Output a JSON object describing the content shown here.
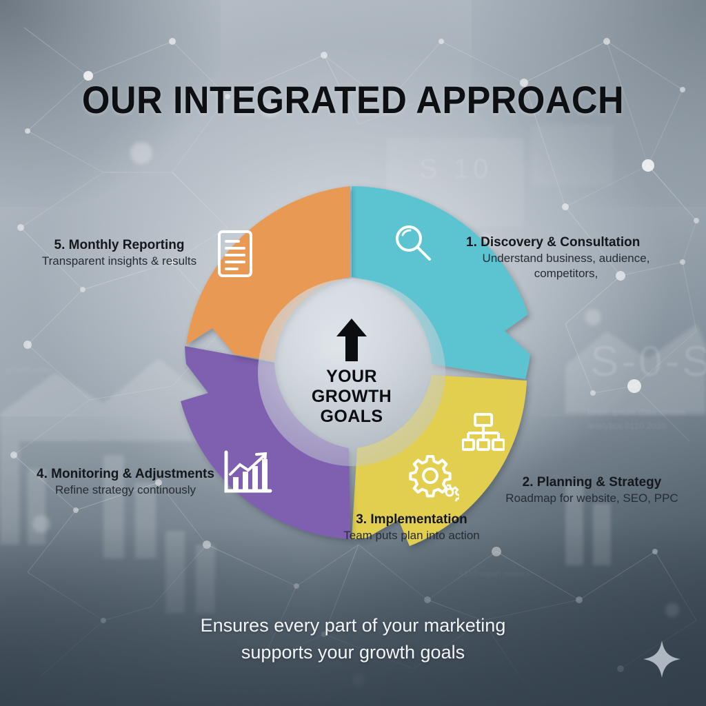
{
  "header": {
    "title": "OUR INTEGRATED APPROACH"
  },
  "center": {
    "arrow_icon": "up-arrow-icon",
    "line1": "YOUR",
    "line2": "GROWTH",
    "line3": "GOALS"
  },
  "footer": {
    "line1": "Ensures every part of your marketing",
    "line2": "supports your growth goals"
  },
  "colors": {
    "teal": "#5BC4D1",
    "yellow": "#E2CE4F",
    "purple": "#7E5FB0",
    "orange": "#E89A55",
    "title_text": "#0d0f12",
    "footer_text": "#f2f5f8",
    "hub": "#c9d0d7"
  },
  "chart_data": {
    "type": "pie",
    "title": "OUR INTEGRATED APPROACH",
    "subtitle": "Ensures every part of your marketing supports your growth goals",
    "center_label": "YOUR GROWTH GOALS",
    "legend_position": "around-ring",
    "categories": [
      "1. Discovery & Consultation",
      "2. Planning & Strategy",
      "3. Implementation",
      "4. Monitoring & Adjustments",
      "5. Monthly Reporting"
    ],
    "values": [
      72,
      72,
      72,
      72,
      72
    ],
    "colors": [
      "#5BC4D1",
      "#E2CE4F",
      "#7E5FB0",
      "#E89A55",
      "#5BC4D1"
    ]
  },
  "steps": [
    {
      "number": "1.",
      "title": "1. Discovery & Consultation",
      "desc_line1": "Understand business, audience,",
      "desc_line2": "competitors,",
      "color": "#5BC4D1",
      "icon": "magnifier-icon"
    },
    {
      "number": "2.",
      "title": "2. Planning & Strategy",
      "desc_line1": "Roadmap for website, SEO, PPC",
      "desc_line2": "",
      "color": "#E2CE4F",
      "icon": "hierarchy-icon"
    },
    {
      "number": "3.",
      "title": "3. Implementation",
      "desc_line1": "Team puts plan into action",
      "desc_line2": "",
      "color": "#E2CE4F",
      "icon": "gears-icon"
    },
    {
      "number": "4.",
      "title": "4. Monitoring & Adjustments",
      "desc_line1": "Refine strategy continously",
      "desc_line2": "",
      "color": "#7E5FB0",
      "icon": "growth-chart-icon"
    },
    {
      "number": "5.",
      "title": "5. Monthly Reporting",
      "desc_line1": "Transparent insights & results",
      "desc_line2": "",
      "color": "#E89A55",
      "icon": "document-report-icon"
    }
  ],
  "decor": {
    "sparkle": "sparkle-icon",
    "bg_text_1": "S-0-S",
    "bg_text_2": "S 10"
  }
}
